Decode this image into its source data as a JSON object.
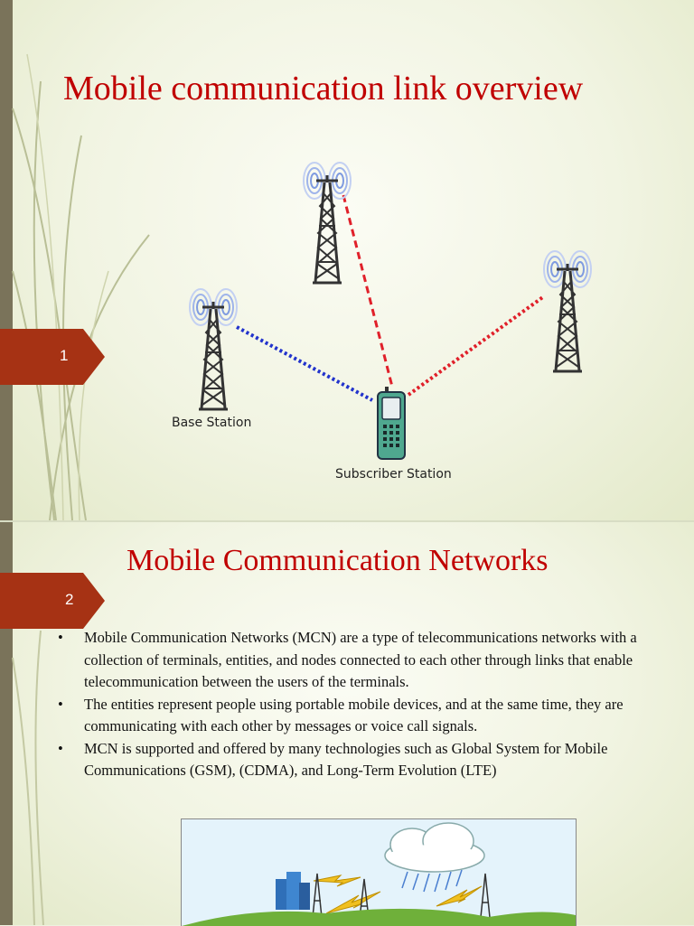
{
  "slide1": {
    "number": "1",
    "title": "Mobile communication link overview",
    "diagram": {
      "base_station_label": "Base Station",
      "subscriber_station_label": "Subscriber Station"
    }
  },
  "slide2": {
    "number": "2",
    "title": "Mobile Communication Networks",
    "bullets": [
      "Mobile Communication Networks (MCN) are a type of telecommunications networks with a collection of terminals, entities, and nodes connected to each other through links that enable telecommunication between the users of the terminals.",
      "The entities represent people using portable mobile devices, and at the same time, they are communicating with each other by messages or voice call signals.",
      " MCN is supported and offered by many technologies such as Global System for Mobile Communications (GSM), (CDMA), and Long-Term Evolution (LTE)"
    ]
  },
  "colors": {
    "title_red": "#c00000",
    "badge_red": "#a63214",
    "left_bar": "#7a735a",
    "link_blue": "#2233cc",
    "link_red": "#e0202a"
  }
}
